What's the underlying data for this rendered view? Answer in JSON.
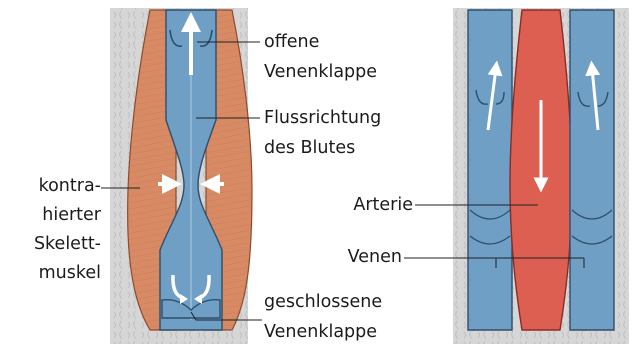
{
  "labels": {
    "open_valve_line1": "offene",
    "open_valve_line2": "Venenklappe",
    "flow_line1": "Flussrichtung",
    "flow_line2": "des Blutes",
    "muscle_line1": "kontra-",
    "muscle_line2": "hierter",
    "muscle_line3": "Skelett-",
    "muscle_line4": "muskel",
    "closed_valve_line1": "geschlossene",
    "closed_valve_line2": "Venenklappe",
    "artery": "Arterie",
    "veins": "Venen"
  },
  "colors": {
    "tissue": "#d9d9d9",
    "vein": "#6f9fc4",
    "vein_light": "#a8c8e0",
    "muscle": "#d88a64",
    "artery": "#dd5f52",
    "arrow": "#ffffff",
    "line": "#222222"
  }
}
